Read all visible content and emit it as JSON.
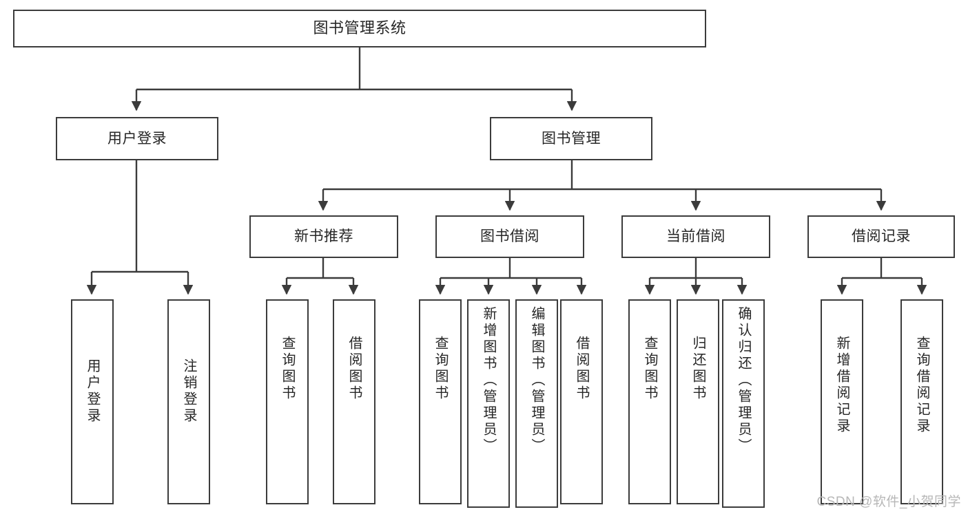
{
  "diagram": {
    "title": "图书管理系统",
    "type": "tree",
    "stroke_color": "#3b3b3b",
    "text_color": "#262626",
    "background_color": "#ffffff",
    "watermark": "CSDN @软件_小贺同学",
    "root": {
      "label": "图书管理系统"
    },
    "level2": [
      {
        "label": "用户登录"
      },
      {
        "label": "图书管理"
      }
    ],
    "level3": [
      {
        "label": "新书推荐"
      },
      {
        "label": "图书借阅"
      },
      {
        "label": "当前借阅"
      },
      {
        "label": "借阅记录"
      }
    ],
    "leaves": {
      "user_login": [
        {
          "label": "用户登录"
        },
        {
          "label": "注销登录"
        }
      ],
      "new_book_recommend": [
        {
          "label": "查询图书"
        },
        {
          "label": "借阅图书"
        }
      ],
      "book_borrow": [
        {
          "label": "查询图书"
        },
        {
          "label": "新增图书（管理员）"
        },
        {
          "label": "编辑图书（管理员）"
        },
        {
          "label": "借阅图书"
        }
      ],
      "current_borrow": [
        {
          "label": "查询图书"
        },
        {
          "label": "归还图书"
        },
        {
          "label": "确认归还（管理员）"
        }
      ],
      "borrow_record": [
        {
          "label": "新增借阅记录"
        },
        {
          "label": "查询借阅记录"
        }
      ]
    }
  }
}
